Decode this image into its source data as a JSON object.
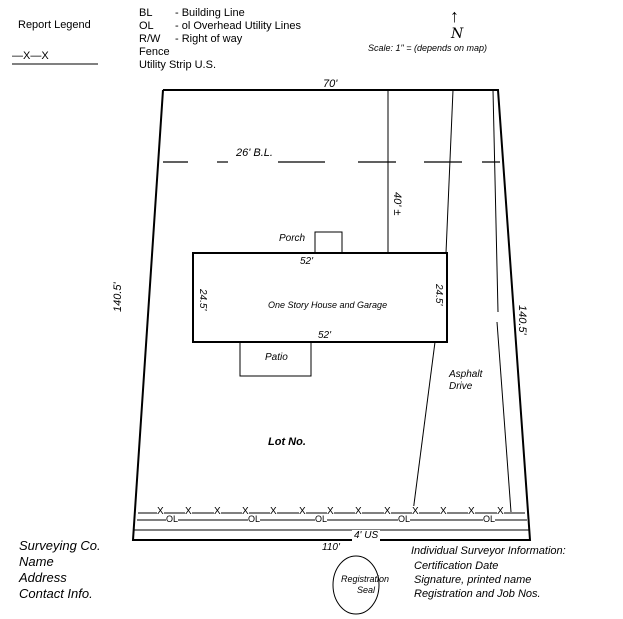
{
  "legend": {
    "title": "Report Legend",
    "fence_symbol": "—X—X",
    "items": [
      {
        "abbr": "BL",
        "desc": "- Building Line"
      },
      {
        "abbr": "OL",
        "desc": "- ol  Overhead Utility Lines"
      },
      {
        "abbr": "R/W",
        "desc": "- Right of way"
      }
    ],
    "fence": "Fence",
    "utility_strip": "Utility Strip   U.S."
  },
  "north": {
    "arrow": "↑",
    "label": "N"
  },
  "scale": "Scale: 1\" = (depends on map)",
  "lot": {
    "top_width": "70'",
    "bottom_width": "110'",
    "left_depth": "140.5'",
    "right_depth": "140.5'",
    "building_line": "26' B.L.",
    "setback": "40' ±",
    "label": "Lot No.",
    "utility_strip": "4' US",
    "fence_mark": "X",
    "overhead_mark": "OL"
  },
  "house": {
    "label": "One Story House and Garage",
    "top": "52'",
    "bottom": "52'",
    "left": "24.5'",
    "right": "24.5'",
    "porch": "Porch",
    "patio": "Patio"
  },
  "drive": {
    "line1": "Asphalt",
    "line2": "Drive"
  },
  "company": [
    "Surveying Co.",
    "Name",
    "Address",
    "Contact Info."
  ],
  "seal": {
    "line1": "Registration",
    "line2": "Seal"
  },
  "surveyor": [
    "Individual Surveyor Information:",
    "Certification Date",
    "Signature, printed name",
    "Registration and Job Nos."
  ]
}
